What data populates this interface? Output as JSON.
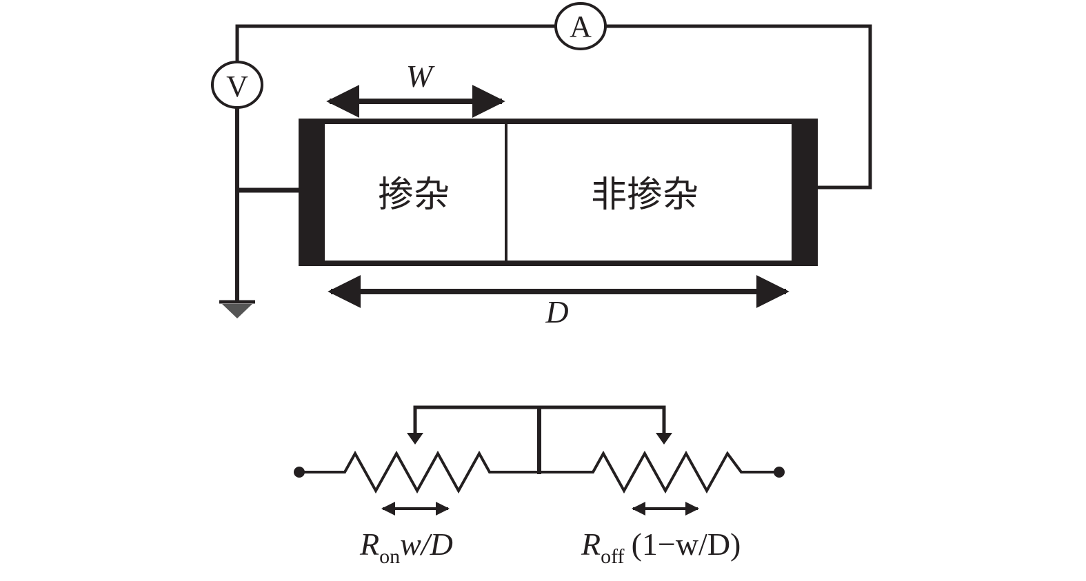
{
  "figure": {
    "top_diagram": {
      "ammeter_label": "A",
      "voltmeter_label": "V",
      "width_label": "W",
      "length_label": "D",
      "doped_region_label": "掺杂",
      "undoped_region_label": "非掺杂",
      "ground_symbol": "ground-icon"
    },
    "equivalent_circuit": {
      "left_resistor": {
        "main": "R",
        "subscript": "on",
        "suffix": "w/D"
      },
      "right_resistor": {
        "main": "R",
        "subscript": "off",
        "suffix": "(1−w/D)"
      }
    },
    "colors": {
      "line": "#231f20",
      "background": "#ffffff"
    }
  }
}
